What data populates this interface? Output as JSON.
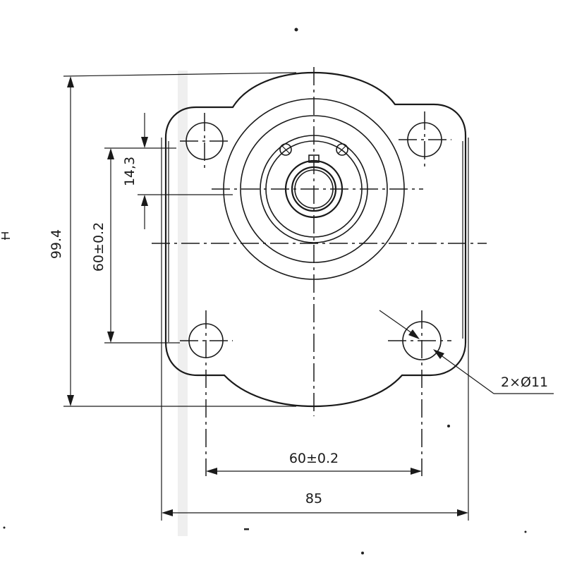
{
  "drawing": {
    "dimensions": {
      "height_overall": "99.4",
      "height_holes": "60±0.2",
      "shaft_offset": "14,3",
      "width_holes": "60±0.2",
      "width_overall": "85",
      "holes": "2×Ø11"
    }
  }
}
